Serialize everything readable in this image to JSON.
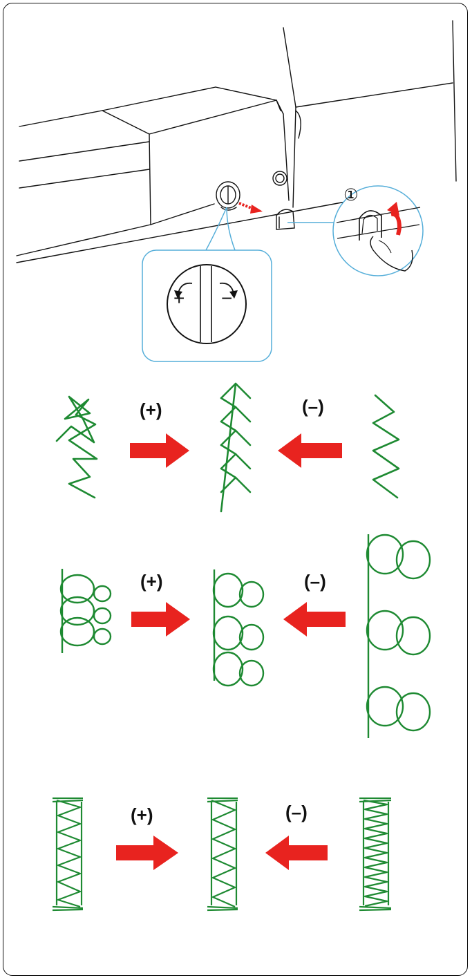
{
  "illustration": {
    "callout_number": "①",
    "dial_plus": "+",
    "dial_minus": "−"
  },
  "rows": [
    {
      "plus_label": "(+)",
      "minus_label": "(–)",
      "pattern": "chevron-stitch"
    },
    {
      "plus_label": "(+)",
      "minus_label": "(–)",
      "pattern": "loop-stitch"
    },
    {
      "plus_label": "(+)",
      "minus_label": "(–)",
      "pattern": "zigzag-satin-stitch"
    }
  ],
  "colors": {
    "stitch": "#1e8a32",
    "arrow": "#e8231f",
    "callout": "#55aed9",
    "line": "#111111"
  }
}
